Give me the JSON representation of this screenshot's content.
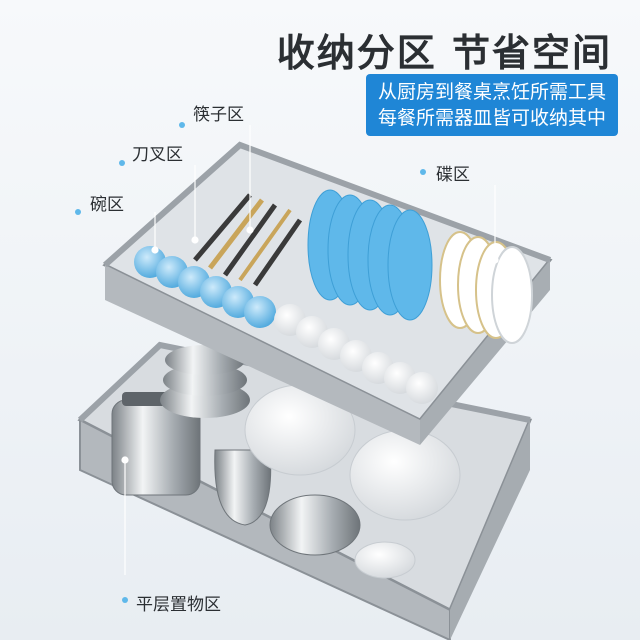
{
  "title": "收纳分区 节省空间",
  "banner": {
    "line1": "从厨房到餐桌烹饪所需工具",
    "line2": "每餐所需器皿皆可收纳其中"
  },
  "zones": {
    "chopsticks": "筷子区",
    "cutlery": "刀叉区",
    "bowls": "碗区",
    "plates": "碟区",
    "flat": "平层置物区"
  },
  "colors": {
    "accent": "#1f86d6",
    "plate_blue": "#5fb8ea"
  }
}
